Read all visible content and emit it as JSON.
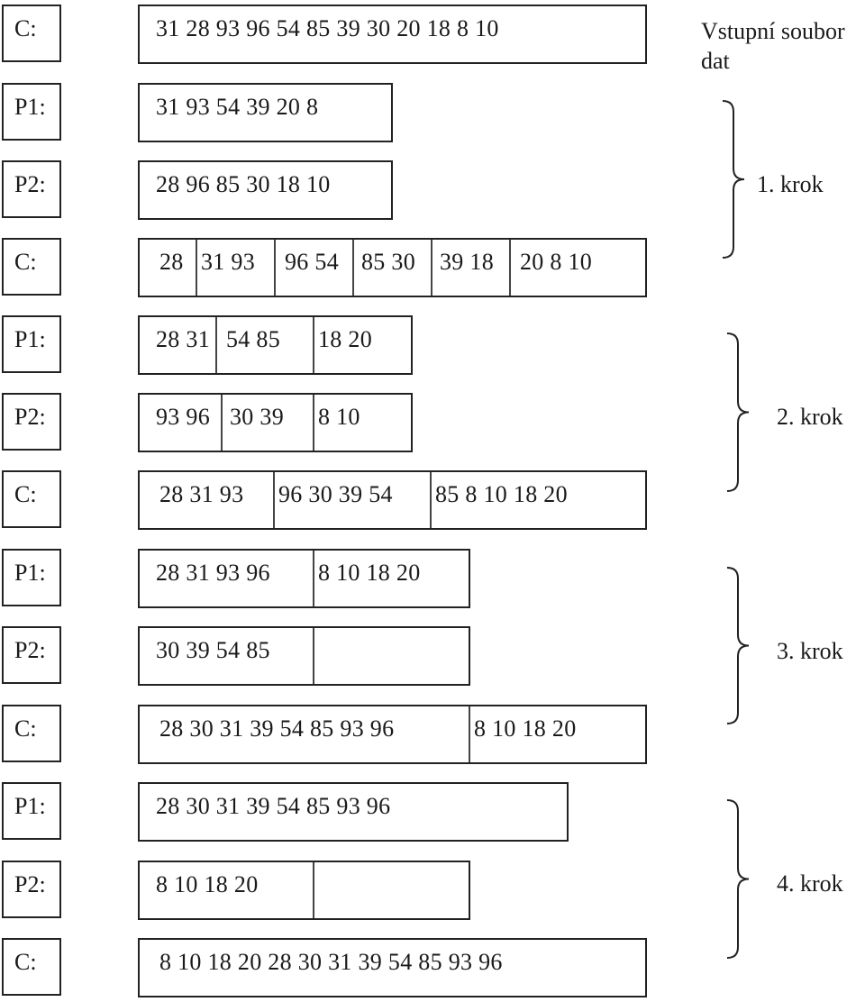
{
  "input_note": "Vstupní soubor dat",
  "rows": [
    {
      "label": "C:",
      "segments": [
        "31 28 93 96 54 85 39 30 20 18 8 10"
      ]
    },
    {
      "label": "P1:",
      "segments": [
        "31 93 54 39 20 8"
      ]
    },
    {
      "label": "P2:",
      "segments": [
        "28 96 85 30 18 10"
      ]
    },
    {
      "label": "C:",
      "segments": [
        "28",
        "31 93",
        "96 54",
        "85 30",
        "39 18",
        "20 8 10"
      ]
    },
    {
      "label": "P1:",
      "segments": [
        "28 31",
        "54 85",
        "18 20"
      ]
    },
    {
      "label": "P2:",
      "segments": [
        "93 96",
        "30 39",
        "8 10"
      ]
    },
    {
      "label": "C:",
      "segments": [
        "28 31 93",
        "96 30 39 54",
        "85 8 10 18 20"
      ]
    },
    {
      "label": "P1:",
      "segments": [
        "28 31 93 96",
        "8 10 18 20"
      ]
    },
    {
      "label": "P2:",
      "segments": [
        "30 39 54 85",
        ""
      ]
    },
    {
      "label": "C:",
      "segments": [
        "28 30 31 39 54 85 93 96",
        "8 10 18 20"
      ]
    },
    {
      "label": "P1:",
      "segments": [
        "28 30 31 39 54 85 93 96"
      ]
    },
    {
      "label": "P2:",
      "segments": [
        "8 10 18 20",
        ""
      ]
    },
    {
      "label": "C:",
      "segments": [
        "8 10 18 20 28 30 31 39 54 85 93 96"
      ]
    }
  ],
  "steps": [
    {
      "label": "1. krok"
    },
    {
      "label": "2. krok"
    },
    {
      "label": "3. krok"
    },
    {
      "label": "4. krok"
    }
  ]
}
